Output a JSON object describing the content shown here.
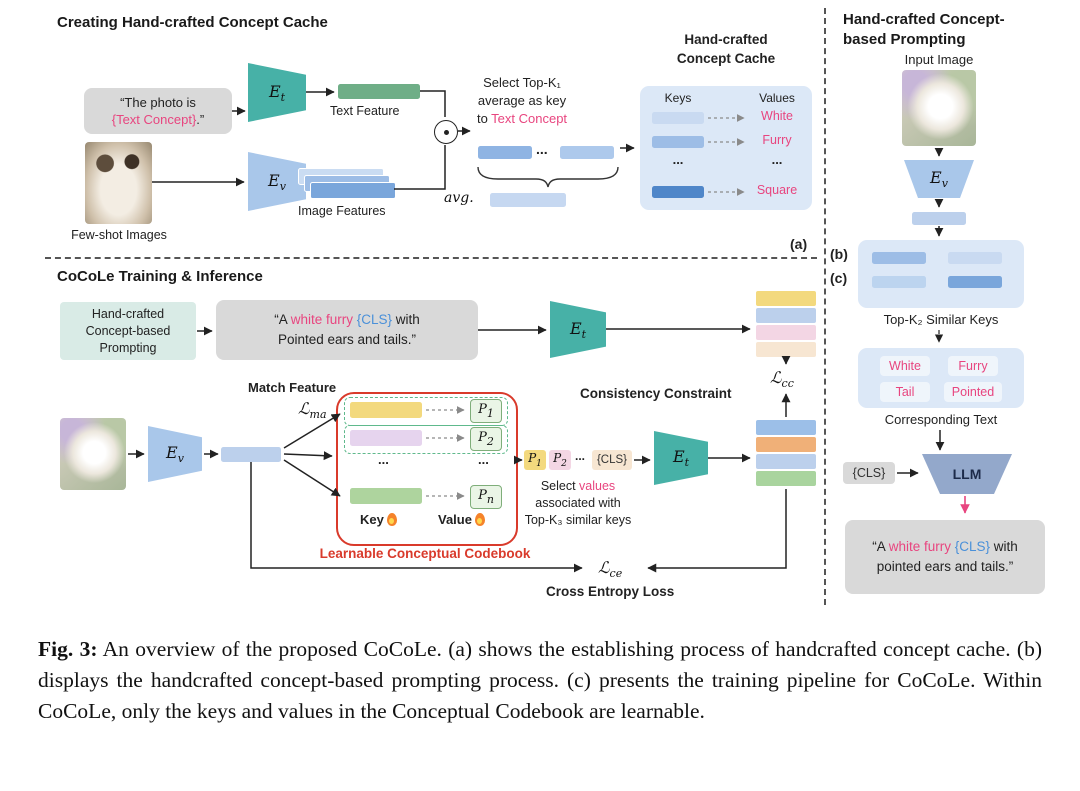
{
  "colors": {
    "pink": "#e8457f",
    "blue": "#4a90d9",
    "red": "#d93a2b",
    "teal": "#47b1a7",
    "light_blue": "#a9c7ea"
  },
  "panel_a": {
    "title": "Creating Hand-crafted Concept Cache",
    "prompt_box": {
      "line1": "“The photo is",
      "concept": "{Text Concept}",
      "suffix": ".”"
    },
    "et": {
      "base": "E",
      "sub": "t"
    },
    "ev": {
      "base": "E",
      "sub": "v"
    },
    "text_feature_label": "Text Feature",
    "image_features_label": "Image Features",
    "few_shot_label": "Few-shot Images",
    "select": {
      "line1": "Select Top-K₁",
      "line2": "average as key",
      "line3_prefix": "to ",
      "line3_concept": "Text Concept"
    },
    "ellipsis": "...",
    "avg_label": "avg.",
    "cache": {
      "title_line1": "Hand-crafted",
      "title_line2": "Concept Cache",
      "keys_header": "Keys",
      "values_header": "Values",
      "values": [
        "White",
        "Furry",
        "...",
        "Square"
      ]
    },
    "tag": "(a)"
  },
  "panel_b": {
    "title_line1": "Hand-crafted Concept-",
    "title_line2": "based Prompting",
    "input_image_label": "Input Image",
    "ev": {
      "base": "E",
      "sub": "v"
    },
    "topk_label": "Top-K₂ Similar Keys",
    "words": [
      "White",
      "Furry",
      "Tail",
      "Pointed"
    ],
    "corresponding_label": "Corresponding Text",
    "cls_token": "{CLS}",
    "llm_label": "LLM",
    "quote": {
      "line1_open": "“A",
      "line1_pink": " white furry",
      "line1_cls": " {CLS}",
      "line1_close": " with",
      "line2": "pointed ears and tails.”"
    },
    "tag": "(b)"
  },
  "panel_c": {
    "title": "CoCoLe Training & Inference",
    "prompt_source": {
      "line1": "Hand-crafted",
      "line2": "Concept-based",
      "line3": "Prompting"
    },
    "quote": {
      "line1_open": "“A",
      "line1_pink": " white furry",
      "line1_cls": " {CLS}",
      "line1_close": " with",
      "line2": "Pointed ears and tails.”"
    },
    "et": {
      "base": "E",
      "sub": "t"
    },
    "ev": {
      "base": "E",
      "sub": "v"
    },
    "match_feature_label": "Match Feature",
    "loss_ma": {
      "base": "ℒ",
      "sub": "ma"
    },
    "loss_cc": {
      "base": "ℒ",
      "sub": "cc"
    },
    "loss_ce": {
      "base": "ℒ",
      "sub": "ce"
    },
    "consistency_label": "Consistency Constraint",
    "cross_entropy_label": "Cross Entropy Loss",
    "codebook": {
      "p1": {
        "base": "P",
        "sub": "1"
      },
      "p2": {
        "base": "P",
        "sub": "2"
      },
      "pn": {
        "base": "P",
        "sub": "n"
      },
      "ellipsis": "...",
      "key_label": "Key",
      "value_label": "Value",
      "caption": "Learnable Conceptual Codebook"
    },
    "tokens": {
      "p1": {
        "base": "P",
        "sub": "1"
      },
      "p2": {
        "base": "P",
        "sub": "2"
      },
      "ellipsis": "...",
      "cls": "{CLS}"
    },
    "select_note": {
      "line1_prefix": "Select ",
      "line1_pink": "values",
      "line2": "associated with",
      "line3": "Top-K₃ similar keys"
    },
    "tag": "(c)"
  },
  "caption": {
    "fig_label": "Fig. 3:",
    "text": " An overview of the proposed CoCoLe. (a) shows the establishing process of handcrafted concept cache. (b) displays the handcrafted concept-based prompting process. (c) presents the training pipeline for CoCoLe. Within CoCoLe, only the keys and values in the Conceptual Codebook are learnable."
  }
}
